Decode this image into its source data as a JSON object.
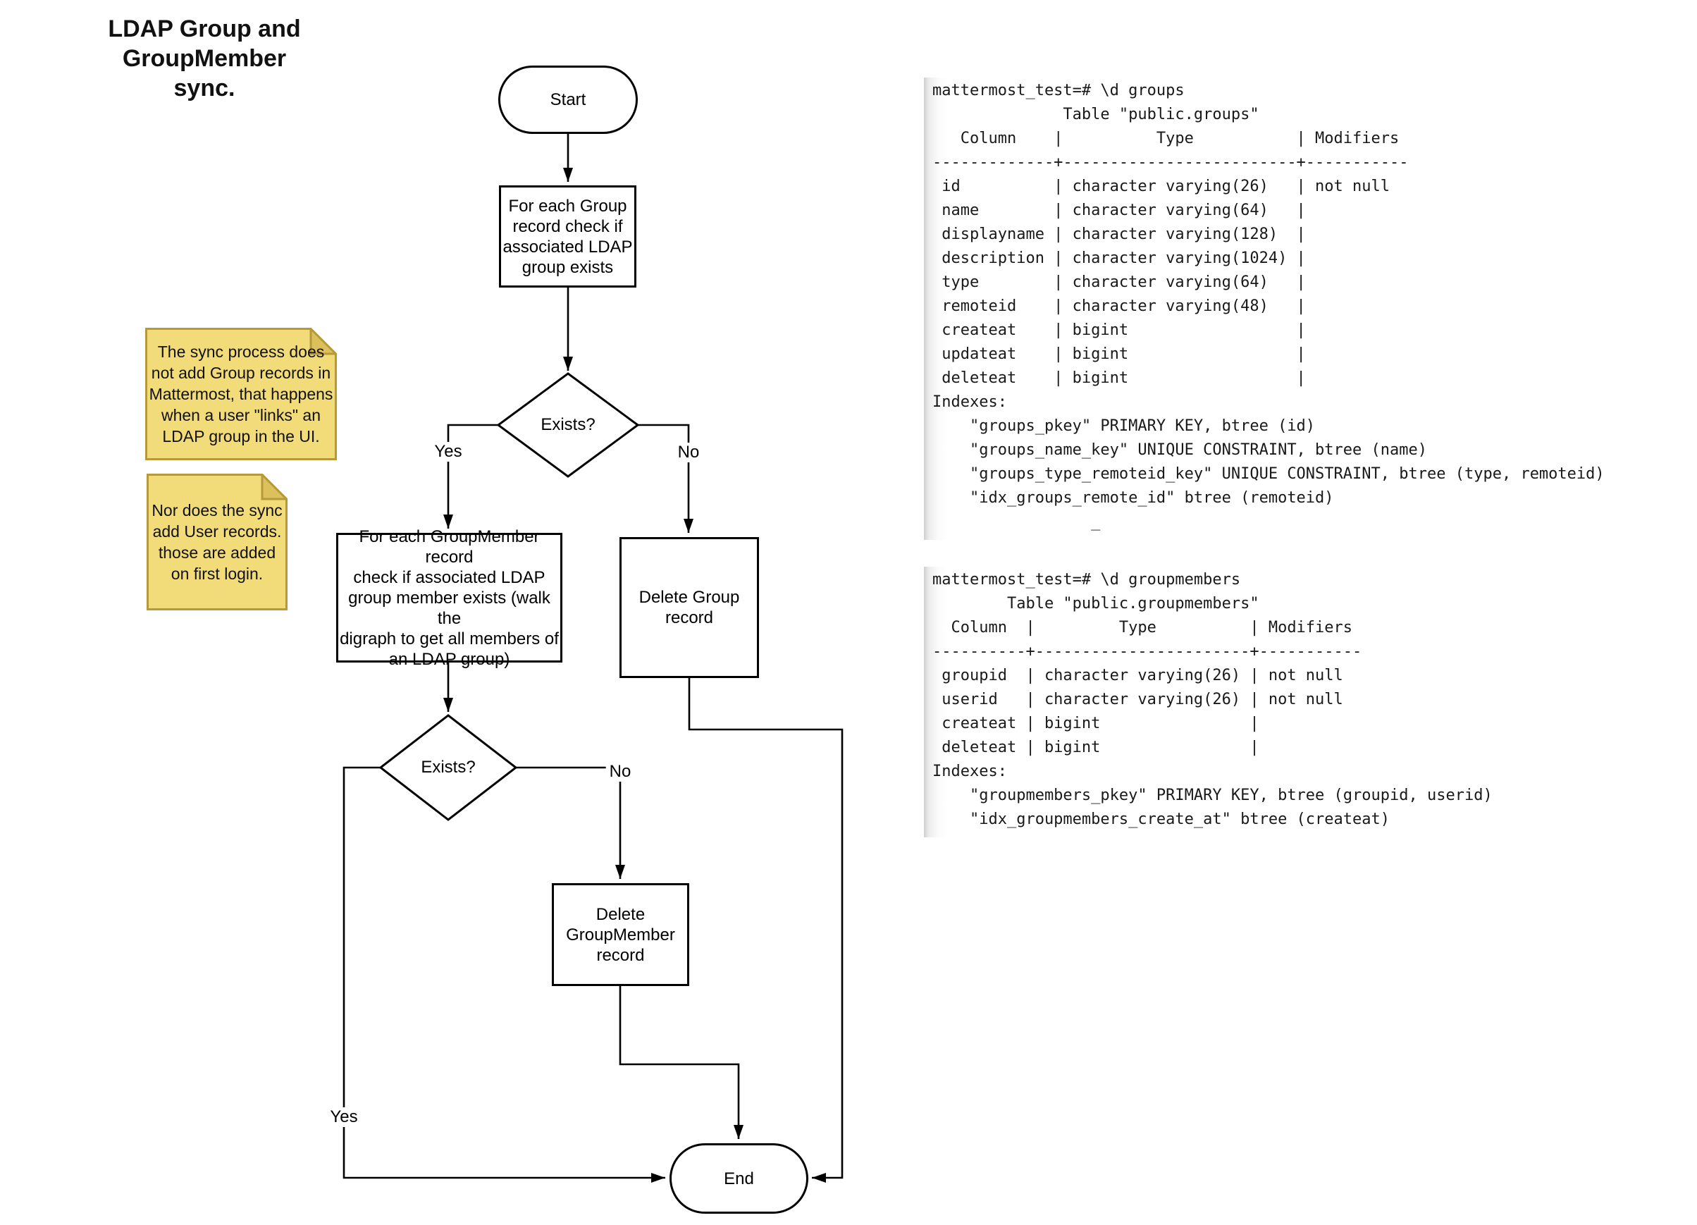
{
  "title": "LDAP Group and\nGroupMember sync.",
  "colors": {
    "line": "#000000",
    "note_fill": "#F2DC7A",
    "note_border": "#B5993B",
    "note_fold": "#DCC05C",
    "terminal_text": "#191919"
  },
  "flowchart": {
    "start": "Start",
    "check_group": "For each Group\nrecord check if\nassociated LDAP\ngroup exists",
    "exists1": "Exists?",
    "yes1": "Yes",
    "no1": "No",
    "check_groupmember": "For each GroupMember record\ncheck if associated LDAP\ngroup member exists (walk the\ndigraph to get all members of\nan LDAP group)",
    "delete_group": "Delete Group\nrecord",
    "exists2": "Exists?",
    "yes2": "Yes",
    "no2": "No",
    "delete_groupmember": "Delete\nGroupMember\nrecord",
    "end": "End"
  },
  "notes": [
    {
      "text": "The sync process does\nnot add Group records in\nMattermost, that happens\nwhen a user \"links\" an\nLDAP group in the UI."
    },
    {
      "text": "Nor does the sync\nadd User records.\nthose are added\non first login."
    }
  ],
  "terminals": [
    {
      "lines": [
        "mattermost_test=# \\d groups",
        "              Table \"public.groups\"",
        "   Column    |          Type           | Modifiers",
        "-------------+-------------------------+-----------",
        " id          | character varying(26)   | not null",
        " name        | character varying(64)   |",
        " displayname | character varying(128)  |",
        " description | character varying(1024) |",
        " type        | character varying(64)   |",
        " remoteid    | character varying(48)   |",
        " createat    | bigint                  |",
        " updateat    | bigint                  |",
        " deleteat    | bigint                  |",
        "Indexes:",
        "    \"groups_pkey\" PRIMARY KEY, btree (id)",
        "    \"groups_name_key\" UNIQUE CONSTRAINT, btree (name)",
        "    \"groups_type_remoteid_key\" UNIQUE CONSTRAINT, btree (type, remoteid)",
        "    \"idx_groups_remote_id\" btree (remoteid)",
        "                 _"
      ]
    },
    {
      "lines": [
        "mattermost_test=# \\d groupmembers",
        "        Table \"public.groupmembers\"",
        "  Column  |         Type          | Modifiers",
        "----------+-----------------------+-----------",
        " groupid  | character varying(26) | not null",
        " userid   | character varying(26) | not null",
        " createat | bigint                |",
        " deleteat | bigint                |",
        "Indexes:",
        "    \"groupmembers_pkey\" PRIMARY KEY, btree (groupid, userid)",
        "    \"idx_groupmembers_create_at\" btree (createat)"
      ]
    }
  ]
}
